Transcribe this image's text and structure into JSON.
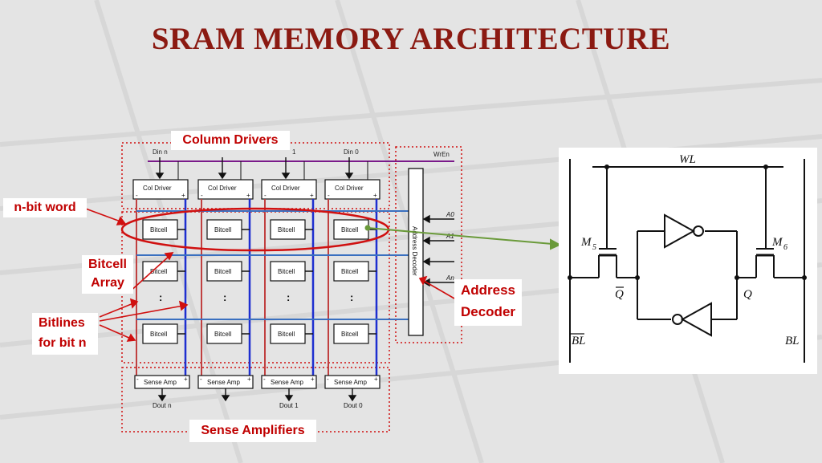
{
  "title": "SRAM MEMORY ARCHITECTURE",
  "callouts": {
    "column_drivers": "Column Drivers",
    "n_bit_word": "n-bit word",
    "bitcell_array_line1": "Bitcell",
    "bitcell_array_line2": "Array",
    "bitlines_line1": "Bitlines",
    "bitlines_line2": "for bit n",
    "address_decoder_line1": "Address",
    "address_decoder_line2": "Decoder",
    "sense_amplifiers": "Sense Amplifiers"
  },
  "array": {
    "din_labels": [
      "Din n",
      "1",
      "Din 0"
    ],
    "wren": "WrEn",
    "col_driver": "Col Driver",
    "bitcell": "Bitcell",
    "sense_amp": "Sense Amp",
    "dout_labels": [
      "Dout n",
      "Dout 1",
      "Dout 0"
    ],
    "address_decoder": "Address Decoder",
    "addr_lines": [
      "A0",
      "A1",
      "An"
    ],
    "dots": ":",
    "plus": "+",
    "minus": "-"
  },
  "cell": {
    "wl": "WL",
    "m5": "M",
    "m5_sub": "5",
    "m6": "M",
    "m6_sub": "6",
    "qbar": "Q",
    "q": "Q",
    "blbar": "BL",
    "bl": "BL"
  },
  "colors": {
    "title": "#8b1a12",
    "callout_text": "#c00000",
    "bitline_blue": "#1e2fd0",
    "bitline_red": "#c04040",
    "wordline": "#3a70c0",
    "wren": "#7a1a8a",
    "arrow_green": "#6a9a3a"
  }
}
